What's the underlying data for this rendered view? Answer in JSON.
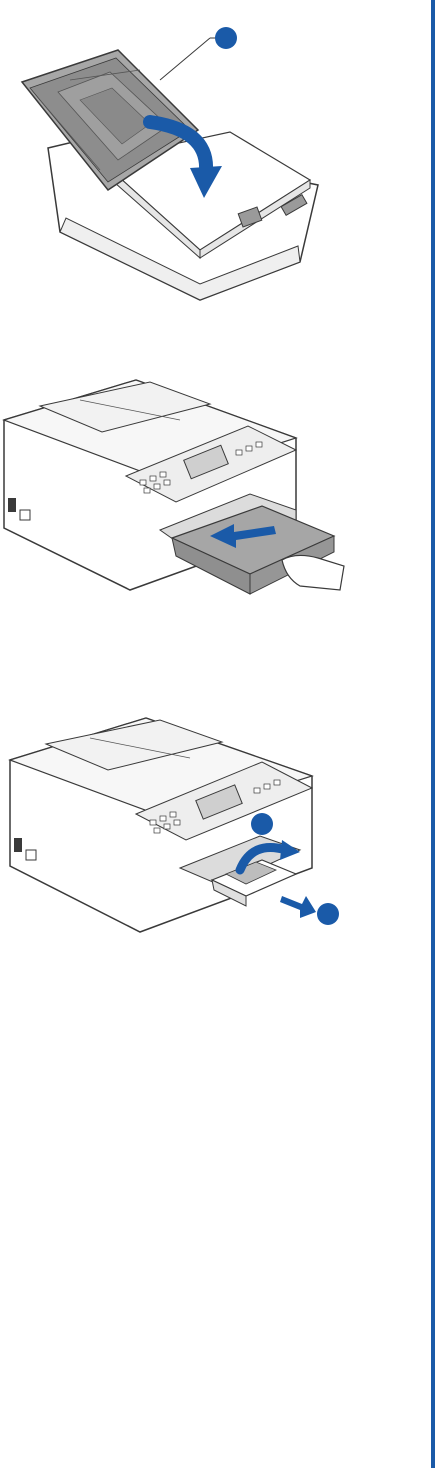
{
  "colors": {
    "accent_blue": "#1a5aa8",
    "line": "#3a3a3a",
    "light_gray": "#d9d9d9",
    "mid_gray": "#9a9a9a",
    "dark_gray": "#6f6f6f"
  },
  "figures": [
    {
      "id": "paper-tray-cover-close",
      "callouts": [
        ""
      ]
    },
    {
      "id": "insert-paper-tray",
      "callouts": []
    },
    {
      "id": "pull-out-support-flap",
      "callouts": [
        "",
        ""
      ]
    }
  ]
}
